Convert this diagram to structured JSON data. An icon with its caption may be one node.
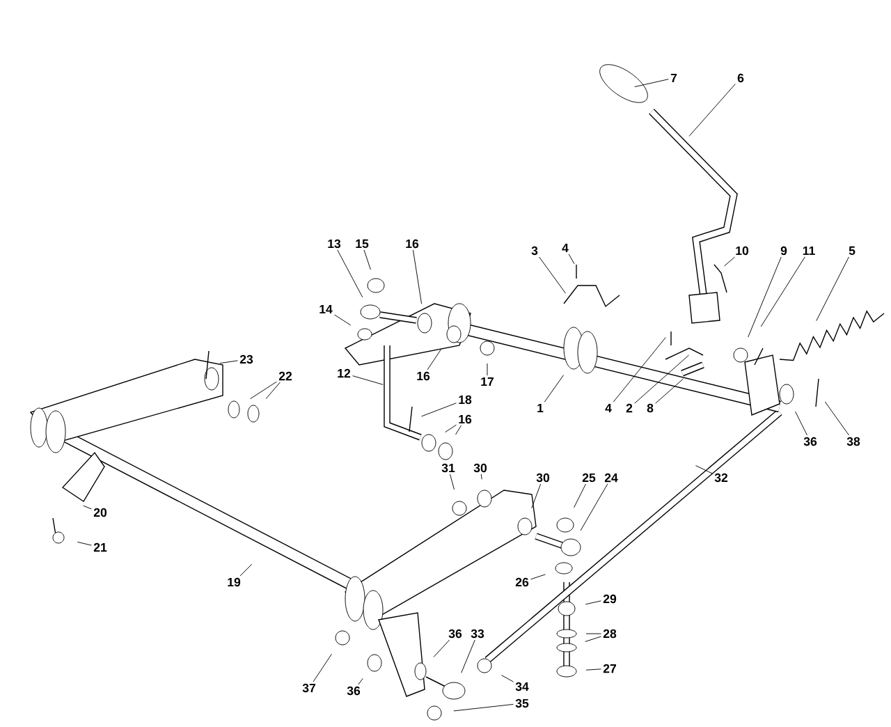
{
  "diagram": {
    "nodes": [
      {
        "text": [
          "7"
        ]
      },
      {
        "text": [
          "6"
        ]
      },
      {
        "text": [
          "13"
        ]
      },
      {
        "text": [
          "15"
        ]
      },
      {
        "text": [
          "16"
        ]
      },
      {
        "text": [
          "3"
        ]
      },
      {
        "text": [
          "4"
        ]
      },
      {
        "text": [
          "10"
        ]
      },
      {
        "text": [
          "9"
        ]
      },
      {
        "text": [
          "11"
        ]
      },
      {
        "text": [
          "5"
        ]
      },
      {
        "text": [
          "14"
        ]
      },
      {
        "text": [
          "23"
        ]
      },
      {
        "text": [
          "22"
        ]
      },
      {
        "text": [
          "12"
        ]
      },
      {
        "text": [
          "16"
        ]
      },
      {
        "text": [
          "17"
        ]
      },
      {
        "text": [
          "18"
        ]
      },
      {
        "text": [
          "16"
        ]
      },
      {
        "text": [
          "1"
        ]
      },
      {
        "text": [
          "4"
        ]
      },
      {
        "text": [
          "2"
        ]
      },
      {
        "text": [
          "8"
        ]
      },
      {
        "text": [
          "36"
        ]
      },
      {
        "text": [
          "38"
        ]
      },
      {
        "text": [
          "31"
        ]
      },
      {
        "text": [
          "30"
        ]
      },
      {
        "text": [
          "30"
        ]
      },
      {
        "text": [
          "25"
        ]
      },
      {
        "text": [
          "24"
        ]
      },
      {
        "text": [
          "32"
        ]
      },
      {
        "text": [
          "20"
        ]
      },
      {
        "text": [
          "21"
        ]
      },
      {
        "text": [
          "19"
        ]
      },
      {
        "text": [
          "26"
        ]
      },
      {
        "text": [
          "29"
        ]
      },
      {
        "text": [
          "36"
        ]
      },
      {
        "text": [
          "33"
        ]
      },
      {
        "text": [
          "28"
        ]
      },
      {
        "text": [
          "27"
        ]
      },
      {
        "text": [
          "37"
        ]
      },
      {
        "text": [
          "36"
        ]
      },
      {
        "text": [
          "34"
        ]
      },
      {
        "text": [
          "35"
        ]
      }
    ],
    "edges": [
      {
        "from": 0,
        "to": null,
        "arrow": "none"
      },
      {
        "from": 1,
        "to": null,
        "arrow": "none"
      },
      {
        "from": 2,
        "to": null,
        "arrow": "none"
      },
      {
        "from": 3,
        "to": null,
        "arrow": "none"
      },
      {
        "from": 4,
        "to": null,
        "arrow": "none"
      },
      {
        "from": 5,
        "to": null,
        "arrow": "none"
      },
      {
        "from": 6,
        "to": null,
        "arrow": "none"
      },
      {
        "from": 7,
        "to": null,
        "arrow": "none"
      },
      {
        "from": 8,
        "to": null,
        "arrow": "none"
      },
      {
        "from": 9,
        "to": null,
        "arrow": "none"
      },
      {
        "from": 10,
        "to": null,
        "arrow": "none"
      },
      {
        "from": 11,
        "to": null,
        "arrow": "none"
      },
      {
        "from": 12,
        "to": null,
        "arrow": "none"
      },
      {
        "from": 13,
        "to": null,
        "arrow": "none"
      },
      {
        "from": 13,
        "to": null,
        "arrow": "none"
      },
      {
        "from": 14,
        "to": null,
        "arrow": "none"
      },
      {
        "from": 15,
        "to": null,
        "arrow": "none"
      },
      {
        "from": 16,
        "to": null,
        "arrow": "none"
      },
      {
        "from": 17,
        "to": null,
        "arrow": "none"
      },
      {
        "from": 18,
        "to": null,
        "arrow": "none"
      },
      {
        "from": 18,
        "to": null,
        "arrow": "none"
      },
      {
        "from": 19,
        "to": null,
        "arrow": "none"
      },
      {
        "from": 20,
        "to": null,
        "arrow": "none"
      },
      {
        "from": 21,
        "to": null,
        "arrow": "none"
      },
      {
        "from": 22,
        "to": null,
        "arrow": "none"
      },
      {
        "from": 23,
        "to": null,
        "arrow": "none"
      },
      {
        "from": 24,
        "to": null,
        "arrow": "none"
      },
      {
        "from": 25,
        "to": null,
        "arrow": "none"
      },
      {
        "from": 26,
        "to": null,
        "arrow": "none"
      },
      {
        "from": 27,
        "to": null,
        "arrow": "none"
      },
      {
        "from": 28,
        "to": null,
        "arrow": "none"
      },
      {
        "from": 29,
        "to": null,
        "arrow": "none"
      },
      {
        "from": 30,
        "to": null,
        "arrow": "none"
      },
      {
        "from": 31,
        "to": null,
        "arrow": "none"
      },
      {
        "from": 32,
        "to": null,
        "arrow": "none"
      },
      {
        "from": 33,
        "to": null,
        "arrow": "none"
      },
      {
        "from": 34,
        "to": null,
        "arrow": "none"
      },
      {
        "from": 35,
        "to": null,
        "arrow": "none"
      },
      {
        "from": 36,
        "to": null,
        "arrow": "none"
      },
      {
        "from": 37,
        "to": null,
        "arrow": "none"
      },
      {
        "from": 38,
        "to": null,
        "arrow": "none"
      },
      {
        "from": 38,
        "to": null,
        "arrow": "none"
      },
      {
        "from": 39,
        "to": null,
        "arrow": "none"
      },
      {
        "from": 40,
        "to": null,
        "arrow": "none"
      },
      {
        "from": 41,
        "to": null,
        "arrow": "none"
      },
      {
        "from": 42,
        "to": null,
        "arrow": "none"
      },
      {
        "from": 43,
        "to": null,
        "arrow": "none"
      }
    ]
  }
}
